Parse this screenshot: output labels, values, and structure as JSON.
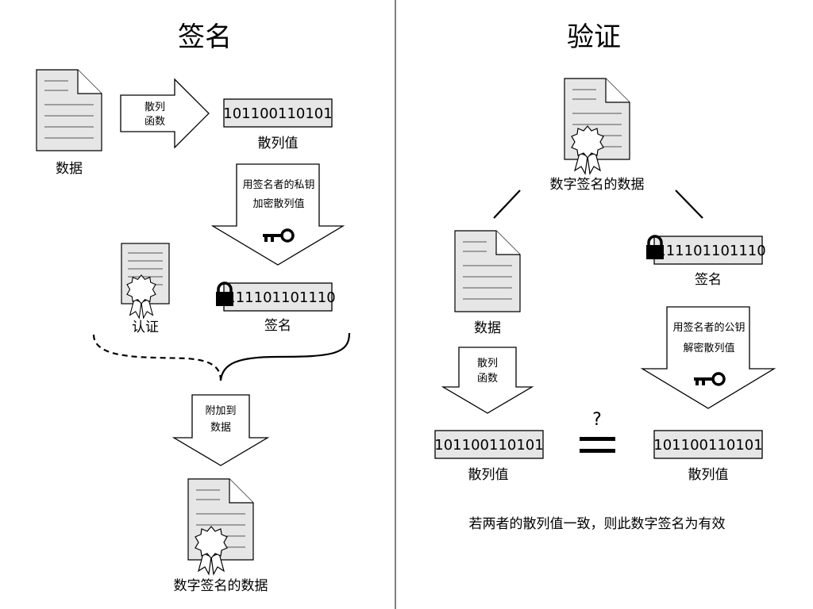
{
  "sign_panel": {
    "title": "签名",
    "data_label": "数据",
    "hash_function_line1": "散列",
    "hash_function_line2": "函数",
    "hash_value": "101100110101",
    "hash_value_label": "散列值",
    "encrypt_line1": "用签名者的私钥",
    "encrypt_line2": "加密散列值",
    "certificate_label": "认证",
    "signature_value": "111101101110",
    "signature_label": "签名",
    "attach_line1": "附加到",
    "attach_line2": "数据",
    "signed_data_label": "数字签名的数据"
  },
  "verify_panel": {
    "title": "验证",
    "signed_data_label": "数字签名的数据",
    "data_label": "数据",
    "signature_value": "111101101110",
    "signature_label": "签名",
    "hash_function_line1": "散列",
    "hash_function_line2": "函数",
    "decrypt_line1": "用签名者的公钥",
    "decrypt_line2": "解密散列值",
    "left_hash_value": "101100110101",
    "left_hash_label": "散列值",
    "compare_symbol": "?",
    "right_hash_value": "101100110101",
    "right_hash_label": "散列值",
    "conclusion": "若两者的散列值一致，则此数字签名为有效"
  },
  "icons": [
    "document-icon",
    "certificate-seal-icon",
    "key-icon",
    "padlock-icon",
    "equals-icon"
  ]
}
